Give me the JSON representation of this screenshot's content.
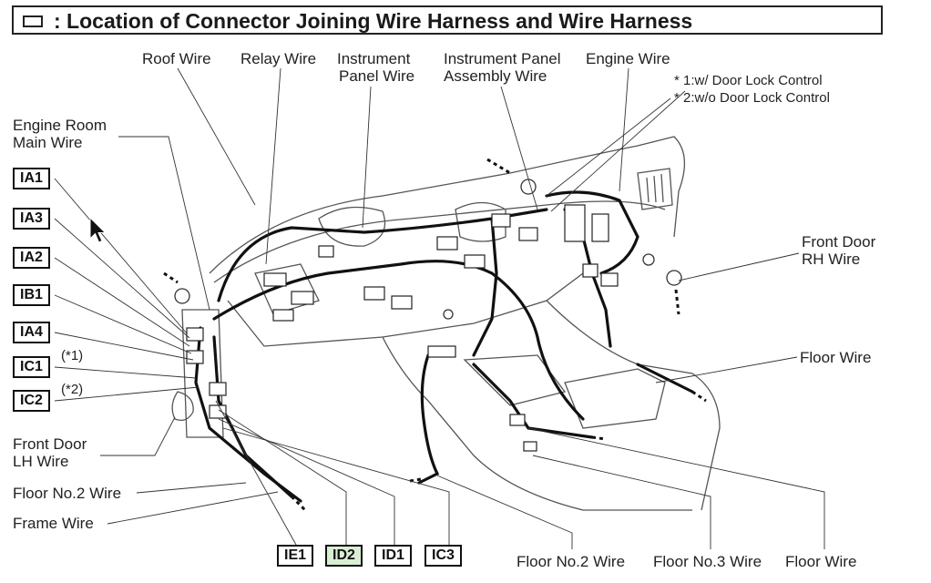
{
  "title": ": Location of Connector Joining Wire Harness and Wire Harness",
  "notes": [
    "* 1:w/ Door Lock Control",
    "* 2:w/o Door Lock Control"
  ],
  "labels": {
    "roof_wire": "Roof Wire",
    "relay_wire": "Relay Wire",
    "instrument_panel_wire_1": "Instrument",
    "instrument_panel_wire_2": "Panel Wire",
    "ip_assembly_wire_1": "Instrument Panel",
    "ip_assembly_wire_2": "Assembly Wire",
    "engine_wire": "Engine Wire",
    "engine_room_main_1": "Engine Room",
    "engine_room_main_2": "Main Wire",
    "front_door_rh_1": "Front Door",
    "front_door_rh_2": "RH Wire",
    "floor_wire_right": "Floor Wire",
    "front_door_lh_1": "Front Door",
    "front_door_lh_2": "LH Wire",
    "floor_no2_left": "Floor No.2 Wire",
    "frame_wire": "Frame Wire",
    "floor_no2_bottom": "Floor No.2 Wire",
    "floor_no3_bottom": "Floor No.3 Wire",
    "floor_wire_bottom": "Floor Wire"
  },
  "codes_left": [
    {
      "code": "IA1",
      "note": ""
    },
    {
      "code": "IA3",
      "note": ""
    },
    {
      "code": "IA2",
      "note": ""
    },
    {
      "code": "IB1",
      "note": ""
    },
    {
      "code": "IA4",
      "note": ""
    },
    {
      "code": "IC1",
      "note": "(*1)"
    },
    {
      "code": "IC2",
      "note": "(*2)"
    }
  ],
  "codes_bottom": [
    "IE1",
    "ID2",
    "ID1",
    "IC3"
  ],
  "highlight_color": "#d9efd4"
}
